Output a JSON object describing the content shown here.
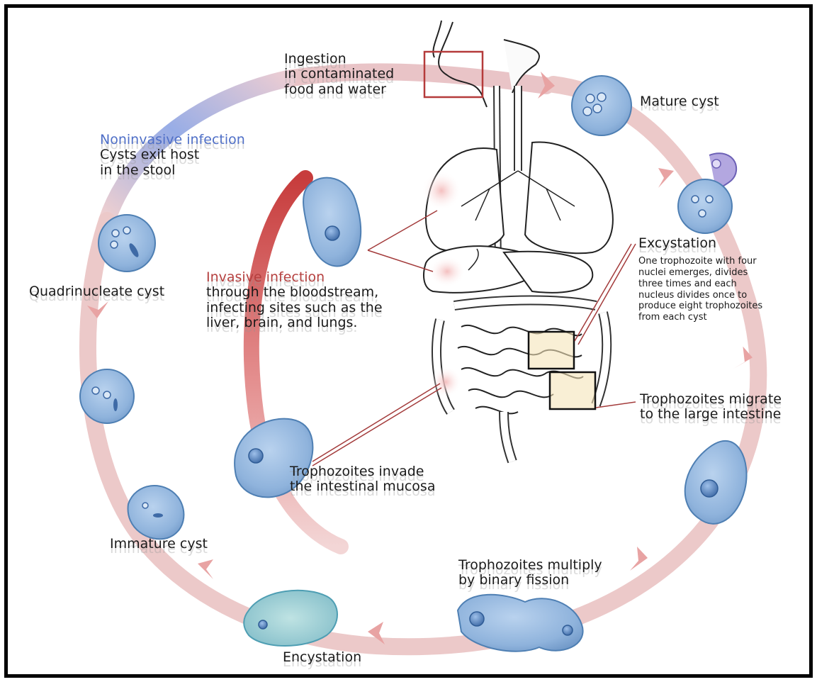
{
  "labels": {
    "ingestion": [
      "Ingestion",
      "in contaminated",
      "food and water"
    ],
    "mature_cyst": "Mature cyst",
    "excystation": {
      "heading": "Excystation",
      "lines": [
        "One trophozoite with four",
        "nuclei emerges, divides",
        "three times and each",
        "nucleus divides once to",
        "produce eight trophozoites",
        "from each cyst"
      ]
    },
    "migrate": [
      "Trophozoites  migrate",
      "to the large intestine"
    ],
    "multiply": [
      "Trophozoites multiply",
      "by binary fission"
    ],
    "encystation": "Encystation",
    "immature_cyst": "Immature cyst",
    "quadrinucleate_cyst": "Quadrinucleate cyst",
    "noninvasive": {
      "heading": "Noninvasive infection",
      "lines": [
        "Cysts exit host",
        "in the stool"
      ]
    },
    "invasive": {
      "heading": "Invasive infection",
      "lines": [
        "through the bloodstream,",
        "infecting sites such as the",
        "liver, brain, and lungs."
      ]
    },
    "invade": [
      "Trophozoites invade",
      "the intestinal mucosa"
    ]
  },
  "colors": {
    "cycle_arrow": "#ecc9c9",
    "arrow_head": "#e8a3a3",
    "invasive_arrow": "#c94444",
    "noninvasive_blue": "#4f6fc7",
    "invasive_red": "#b5403f",
    "cell_fill": "#8fb3dc",
    "cell_edge": "#4e7fb3",
    "highlight_box": "#b53b3b"
  }
}
